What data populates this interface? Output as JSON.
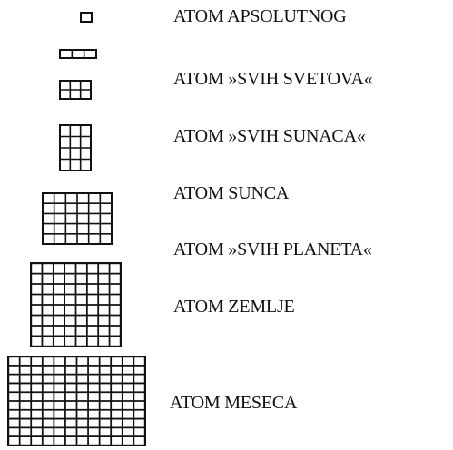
{
  "rows": [
    {
      "label": "ATOM APSOLUTNOG",
      "cols": 1,
      "rows": 1
    },
    {
      "label": "ATOM »SVIH  SVETOVA«",
      "cols": 3,
      "rows": 1
    },
    {
      "label": "",
      "cols": 3,
      "rows": 2
    },
    {
      "label": "ATOM »SVIH SUNACA«",
      "cols": 3,
      "rows": 4
    },
    {
      "label": "ATOM SUNCA",
      "cols": 6,
      "rows": 5
    },
    {
      "label": "ATOM »SVIH  PLANETA«",
      "cols": 0,
      "rows": 0
    },
    {
      "label": "ATOM ZEMLJE",
      "cols": 8,
      "rows": 8
    },
    {
      "label": "ATOM MESECA",
      "cols": 12,
      "rows": 10
    }
  ],
  "colors": {
    "ink": "#111111",
    "background": "#ffffff"
  }
}
